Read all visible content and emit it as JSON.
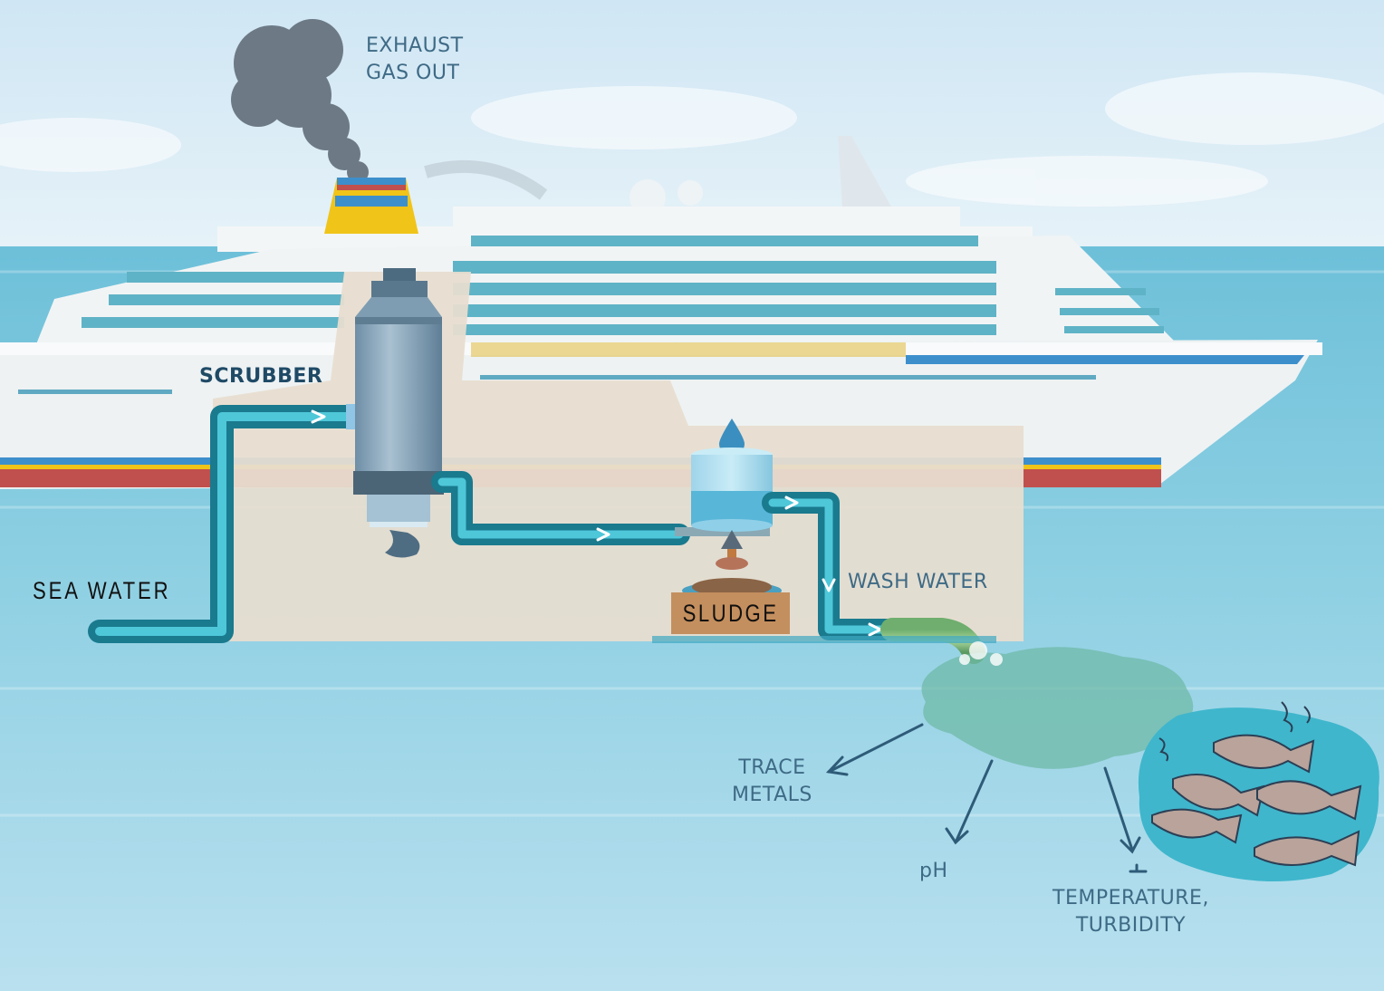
{
  "diagram": {
    "type": "process-illustration",
    "subject": "Ship exhaust gas scrubber system and wash water discharge",
    "labels": {
      "exhaust_line1": "EXHAUST",
      "exhaust_line2": "GAS OUT",
      "scrubber": "SCRUBBER",
      "sea_water": "SEA WATER",
      "sludge": "SLUDGE",
      "wash_water": "WASH WATER",
      "trace_metals_line1": "TRACE",
      "trace_metals_line2": "METALS",
      "ph": "pH",
      "temperature_line1": "TEMPERATURE,",
      "temperature_line2": "TURBIDITY"
    },
    "flow": [
      {
        "from": "SEA WATER",
        "to": "SCRUBBER",
        "via": "intake pipe"
      },
      {
        "from": "SCRUBBER",
        "to": "EXHAUST GAS OUT",
        "via": "funnel"
      },
      {
        "from": "SCRUBBER",
        "to": "separator tank",
        "via": "pipe"
      },
      {
        "from": "separator tank",
        "to": "SLUDGE",
        "via": "drain valve"
      },
      {
        "from": "separator tank",
        "to": "WASH WATER",
        "via": "discharge pipe"
      },
      {
        "from": "WASH WATER",
        "to": "plume",
        "via": "outfall"
      },
      {
        "from": "plume",
        "to": "TRACE METALS"
      },
      {
        "from": "plume",
        "to": "pH"
      },
      {
        "from": "plume",
        "to": "TEMPERATURE, TURBIDITY"
      }
    ],
    "impact": {
      "icon": "dead-fish-icon",
      "count": 5
    }
  },
  "colors": {
    "sky": "#d9ecf6",
    "sea": "#7cc7dd",
    "hull": "#eef2f3",
    "cutaway": "#e7ddd0",
    "pipe": "#2f9cb0",
    "stripe_blue": "#3d8fcc",
    "stripe_yellow": "#f0c419",
    "stripe_red": "#c0504d",
    "sludge_box": "#c48f5e",
    "label_text": "#3e6a85",
    "plume": "#6fb9a8",
    "fish": "#b9a39a",
    "fish_pool": "#3fb6cc"
  }
}
